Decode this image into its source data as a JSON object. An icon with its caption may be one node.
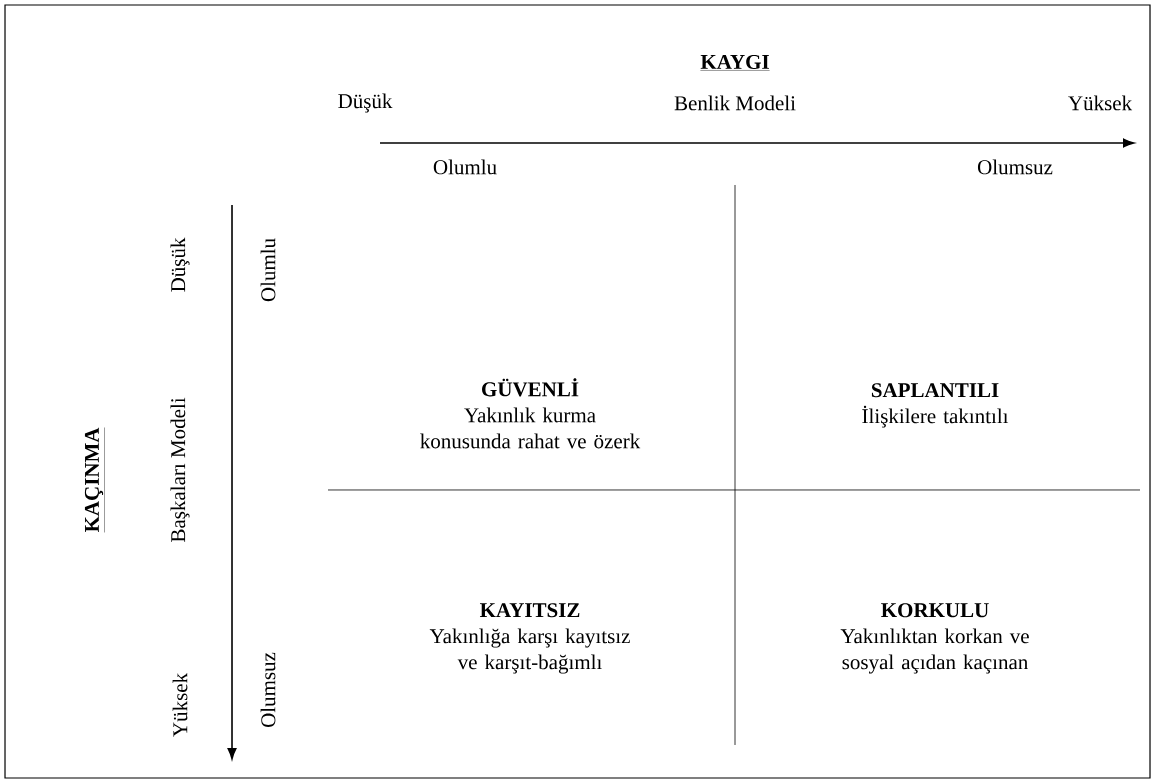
{
  "diagram": {
    "nodes": [
      {
        "text": [
          "GÜVENLİ",
          "Yakınlık kurma konusunda rahat ve özerk"
        ]
      },
      {
        "text": [
          "SAPLANTILI",
          "İlişkilere takıntılı"
        ]
      },
      {
        "text": [
          "KAYITSIZ",
          "Yakınlığa karşı kayıtsız ve karşıt-bağımlı"
        ]
      },
      {
        "text": [
          "KORKULU",
          "Yakınlıktan korkan ve sosyal açıdan kaçınan"
        ]
      }
    ],
    "labels": [
      "KAYGI",
      "Düşük",
      "Benlik Modeli",
      "Yüksek",
      "Olumlu",
      "Olumsuz",
      "KAÇINMA",
      "Düşük",
      "Başkaları Modeli",
      "Yüksek",
      "Olumlu",
      "Olumsuz"
    ]
  }
}
